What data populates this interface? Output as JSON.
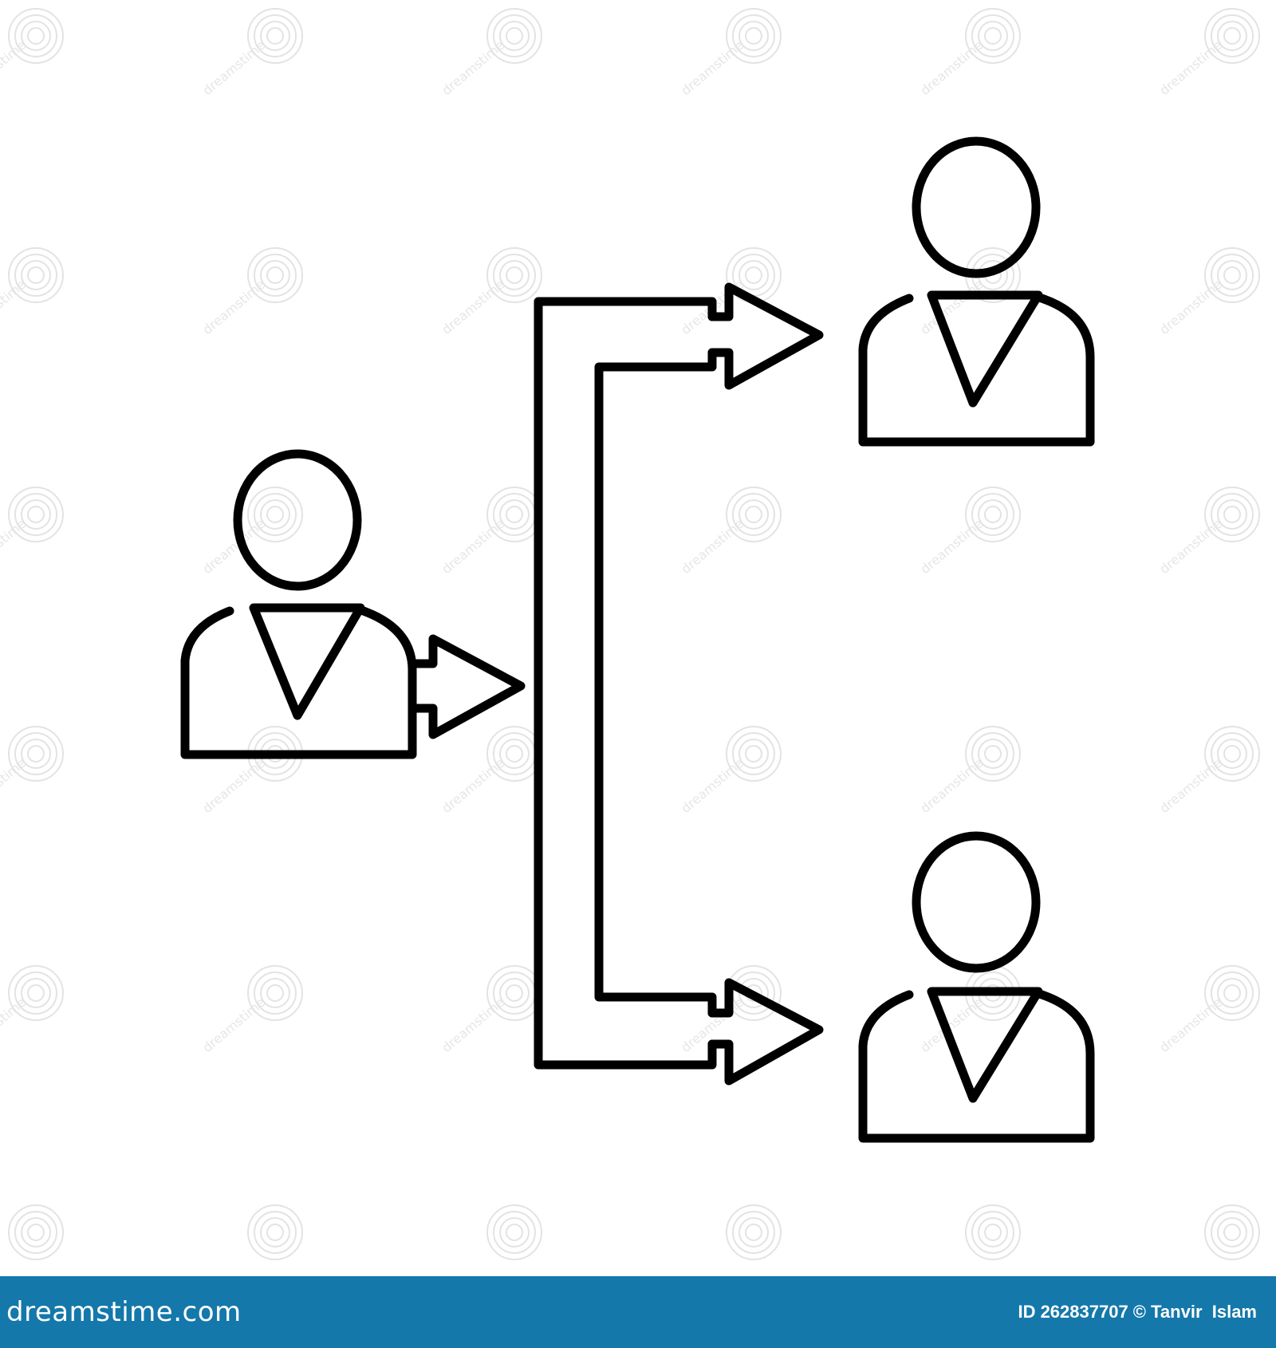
{
  "watermark": {
    "text": "dreamstime",
    "icon": "spiral-watermark-icon"
  },
  "diagram": {
    "nodes": [
      {
        "id": "source-person",
        "icon": "person-icon",
        "role": "source"
      },
      {
        "id": "target-person-top",
        "icon": "person-icon",
        "role": "target"
      },
      {
        "id": "target-person-bottom",
        "icon": "person-icon",
        "role": "target"
      }
    ],
    "edges": [
      {
        "from": "source-person",
        "to": "target-person-top",
        "icon": "arrow-icon"
      },
      {
        "from": "source-person",
        "to": "target-person-bottom",
        "icon": "arrow-icon"
      }
    ],
    "stroke_color": "#000000",
    "background_color": "#ffffff"
  },
  "footer": {
    "logo_text": "dreamstime.com",
    "credit_text": "ID 262837707 © Tanvir  Islam",
    "background_color": "#1478aa",
    "text_color": "#ffffff"
  }
}
